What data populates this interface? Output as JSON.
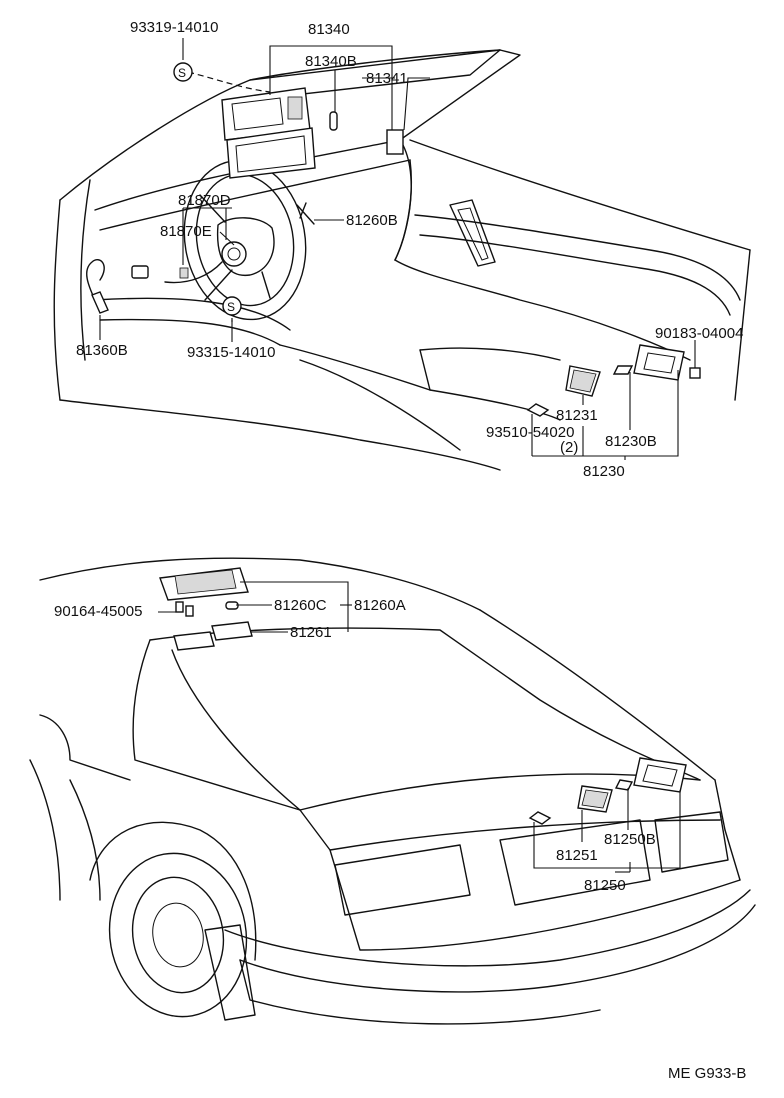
{
  "labels": {
    "p93319_14010": "93319-14010",
    "p81340": "81340",
    "p81340B": "81340B",
    "p81341": "81341",
    "p81870D": "81870D",
    "p81870E": "81870E",
    "p81260B": "81260B",
    "p81360B": "81360B",
    "p93315_14010": "93315-14010",
    "p90183_04004": "90183-04004",
    "p81231": "81231",
    "p93510_54020": "93510-54020",
    "p_qty2": "(2)",
    "p81230B": "81230B",
    "p81230": "81230",
    "p90164_45005": "90164-45005",
    "p81260C": "81260C",
    "p81260A": "81260A",
    "p81261": "81261",
    "p81251": "81251",
    "p81250B": "81250B",
    "p81250": "81250",
    "footer_code": "ME  G933-B",
    "s_mark": "S"
  }
}
